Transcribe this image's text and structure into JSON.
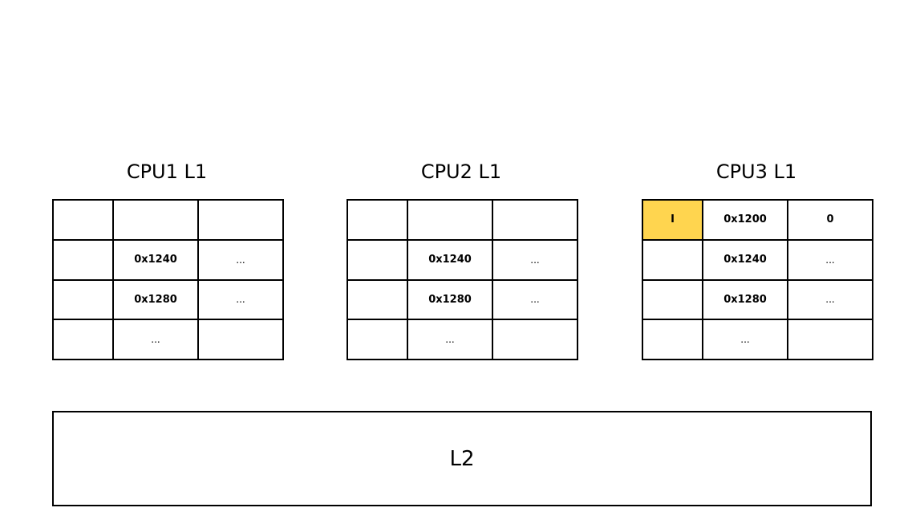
{
  "caches": [
    {
      "title": "CPU1 L1",
      "rows": [
        {
          "state": "",
          "addr": "",
          "data": ""
        },
        {
          "state": "",
          "addr": "0x1240",
          "data": "..."
        },
        {
          "state": "",
          "addr": "0x1280",
          "data": "..."
        },
        {
          "state": "",
          "addr": "...",
          "data": ""
        }
      ]
    },
    {
      "title": "CPU2 L1",
      "rows": [
        {
          "state": "",
          "addr": "",
          "data": ""
        },
        {
          "state": "",
          "addr": "0x1240",
          "data": "..."
        },
        {
          "state": "",
          "addr": "0x1280",
          "data": "..."
        },
        {
          "state": "",
          "addr": "...",
          "data": ""
        }
      ]
    },
    {
      "title": "CPU3 L1",
      "rows": [
        {
          "state": "I",
          "addr": "0x1200",
          "data": "0"
        },
        {
          "state": "",
          "addr": "0x1240",
          "data": "..."
        },
        {
          "state": "",
          "addr": "0x1280",
          "data": "..."
        },
        {
          "state": "",
          "addr": "...",
          "data": ""
        }
      ]
    }
  ],
  "highlight_color": "#FFD54F",
  "l2": {
    "label": "L2"
  }
}
